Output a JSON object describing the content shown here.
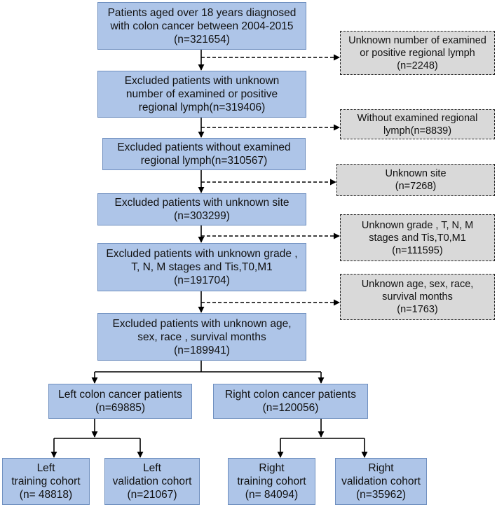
{
  "main_steps": [
    {
      "id": "s1",
      "lines": [
        "Patients aged over 18 years diagnosed",
        "with colon cancer between 2004-2015",
        "(n=321654)"
      ]
    },
    {
      "id": "s2",
      "lines": [
        "Excluded patients with unknown",
        "number of examined or positive",
        "regional lymph(n=319406)"
      ]
    },
    {
      "id": "s3",
      "lines": [
        "Excluded patients without examined",
        "regional lymph(n=310567)"
      ]
    },
    {
      "id": "s4",
      "lines": [
        "Excluded patients with unknown site",
        "(n=303299)"
      ]
    },
    {
      "id": "s5",
      "lines": [
        "Excluded patients with unknown grade ,",
        "T, N, M stages and Tis,T0,M1",
        "(n=191704)"
      ]
    },
    {
      "id": "s6",
      "lines": [
        "Excluded patients with unknown age,",
        "sex, race , survival months",
        "(n=189941)"
      ]
    }
  ],
  "exclusions": [
    {
      "id": "e1",
      "lines": [
        "Unknown number of examined",
        "or positive regional lymph",
        "(n=2248)"
      ]
    },
    {
      "id": "e2",
      "lines": [
        "Without examined regional",
        "lymph(n=8839)"
      ]
    },
    {
      "id": "e3",
      "lines": [
        "Unknown site",
        "(n=7268)"
      ]
    },
    {
      "id": "e4",
      "lines": [
        "Unknown grade , T, N, M",
        "stages and Tis,T0,M1",
        "(n=111595)"
      ]
    },
    {
      "id": "e5",
      "lines": [
        "Unknown age, sex, race,",
        "survival months",
        "(n=1763)"
      ]
    }
  ],
  "groups": [
    {
      "id": "g1",
      "lines": [
        "Left colon cancer patients",
        "(n=69885)"
      ]
    },
    {
      "id": "g2",
      "lines": [
        "Right colon cancer patients",
        "(n=120056)"
      ]
    }
  ],
  "cohorts": [
    {
      "id": "c1",
      "lines": [
        "Left",
        "training cohort",
        "(n= 48818)"
      ]
    },
    {
      "id": "c2",
      "lines": [
        "Left",
        "validation cohort",
        "(n=21067)"
      ]
    },
    {
      "id": "c3",
      "lines": [
        "Right",
        "training cohort",
        "(n= 84094)"
      ]
    },
    {
      "id": "c4",
      "lines": [
        "Right",
        "validation cohort",
        "(n=35962)"
      ]
    }
  ]
}
